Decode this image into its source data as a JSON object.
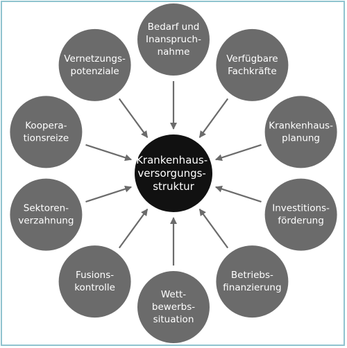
{
  "colors": {
    "frame": "#8fc3cf",
    "node_fill": "#6b6b6b",
    "center_fill": "#111111",
    "arrow": "#6b6b6b",
    "text": "#ffffff"
  },
  "center": {
    "lines": [
      "Krankenhaus-",
      "versorgungs-",
      "struktur"
    ]
  },
  "nodes": [
    {
      "id": "bedarf",
      "lines": [
        "Bedarf und",
        "Inanspruch-",
        "nahme"
      ]
    },
    {
      "id": "fachkraefte",
      "lines": [
        "Verfügbare",
        "Fachkräfte"
      ]
    },
    {
      "id": "planung",
      "lines": [
        "Krankenhaus-",
        "planung"
      ]
    },
    {
      "id": "investition",
      "lines": [
        "Investitions-",
        "förderung"
      ]
    },
    {
      "id": "betrieb",
      "lines": [
        "Betriebs-",
        "finanzierung"
      ]
    },
    {
      "id": "wettbewerb",
      "lines": [
        "Wett-",
        "bewerbs-",
        "situation"
      ]
    },
    {
      "id": "fusion",
      "lines": [
        "Fusions-",
        "kontrolle"
      ]
    },
    {
      "id": "sektoren",
      "lines": [
        "Sektoren-",
        "verzahnung"
      ]
    },
    {
      "id": "kooperation",
      "lines": [
        "Koopera-",
        "tionsreize"
      ]
    },
    {
      "id": "vernetzung",
      "lines": [
        "Vernetzungs-",
        "potenziale"
      ]
    }
  ]
}
